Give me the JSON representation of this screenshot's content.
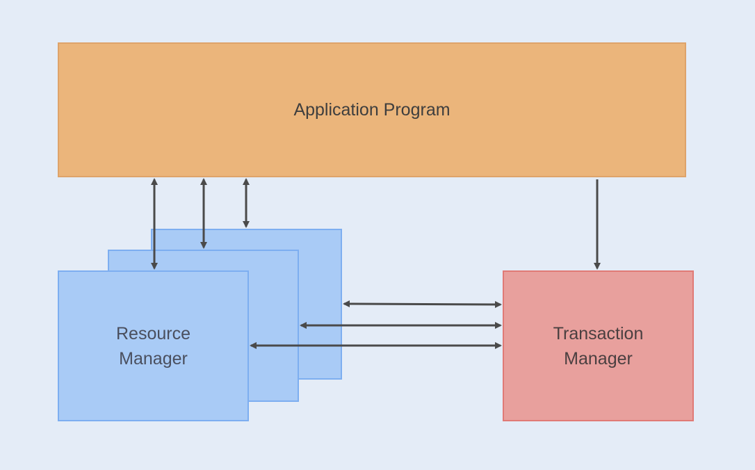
{
  "diagram": {
    "application_program": "Application Program",
    "resource_manager": "Resource\nManager",
    "transaction_manager": "Transaction\nManager"
  },
  "colors": {
    "background": "#e4ecf7",
    "application_program_fill": "#ebb57b",
    "resource_manager_fill": "#a9cbf6",
    "transaction_manager_fill": "#e8a09d",
    "arrow": "#4a4a4a"
  }
}
